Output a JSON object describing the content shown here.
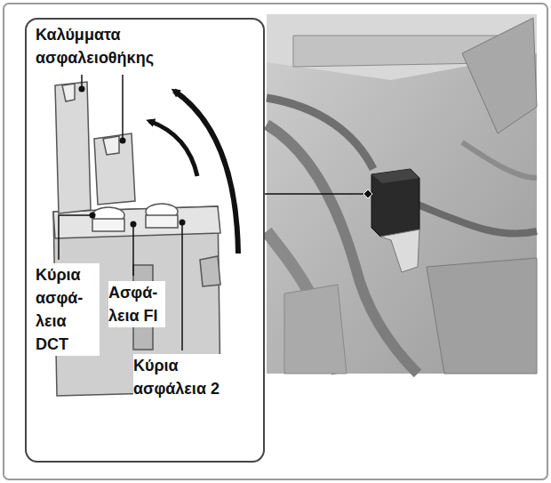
{
  "diagram": {
    "nodes": [
      {
        "text": [
          "Καλύμματα ασφαλειοθήκης",
          "Κύρια ασφά- λεια DCT",
          "Ασφά- λεια FI",
          "Κύρια ασφάλεια 2"
        ]
      }
    ]
  }
}
